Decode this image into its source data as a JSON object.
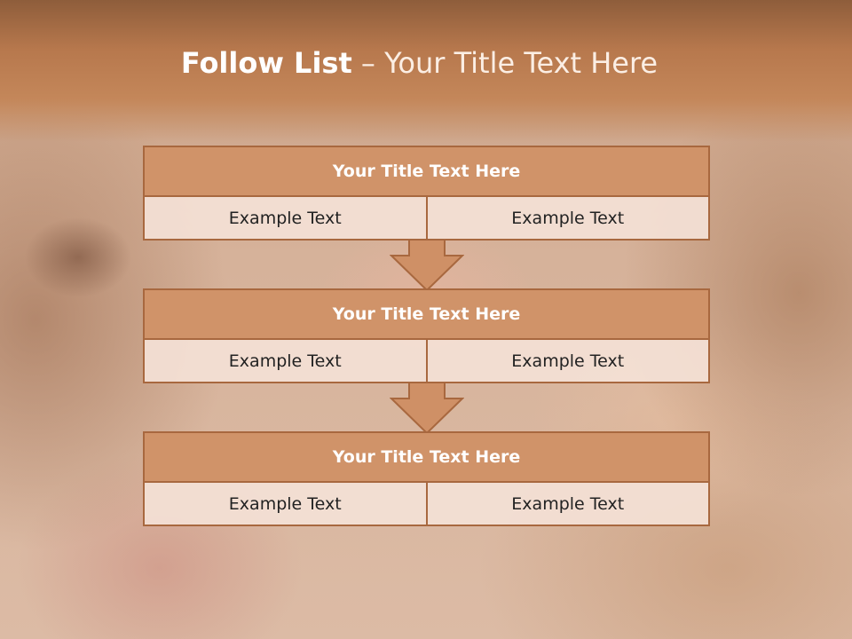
{
  "slide": {
    "title_bold": "Follow List",
    "title_separator": " – ",
    "title_rest": "Your Title Text Here"
  },
  "colors": {
    "header": "#b7784d",
    "box_header": "#d09369",
    "box_border": "#a8683f",
    "cell": "#f4e1d6"
  },
  "blocks": [
    {
      "title": "Your Title Text Here",
      "left": "Example Text",
      "right": "Example Text"
    },
    {
      "title": "Your Title Text Here",
      "left": "Example Text",
      "right": "Example Text"
    },
    {
      "title": "Your Title Text Here",
      "left": "Example Text",
      "right": "Example Text"
    }
  ],
  "arrows": [
    "down-arrow",
    "down-arrow"
  ]
}
